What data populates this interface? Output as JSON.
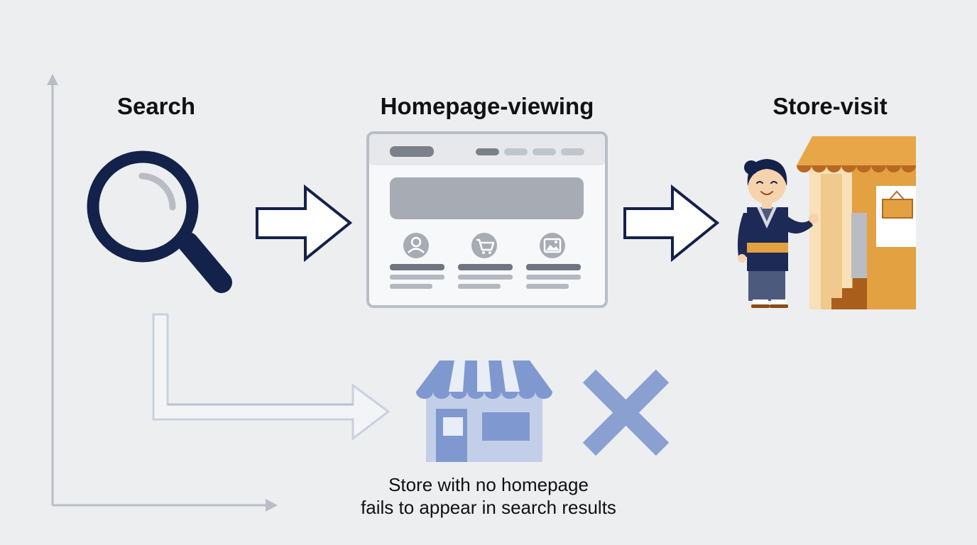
{
  "stages": [
    {
      "id": "search",
      "label": "Search",
      "icon": "magnifier-icon"
    },
    {
      "id": "homepage",
      "label": "Homepage-viewing",
      "icon": "webpage-icon"
    },
    {
      "id": "store",
      "label": "Store-visit",
      "icon": "store-front-icon"
    }
  ],
  "failure_path": {
    "icon": "store-icon",
    "mark": "x-mark-icon",
    "caption_lines": [
      "Store with no homepage",
      "fails to appear in search results"
    ]
  },
  "colors": {
    "navy": "#13224a",
    "faded_blue": "#8aa0d0",
    "store_orange": "#e3a142",
    "background": "#eceef0"
  }
}
